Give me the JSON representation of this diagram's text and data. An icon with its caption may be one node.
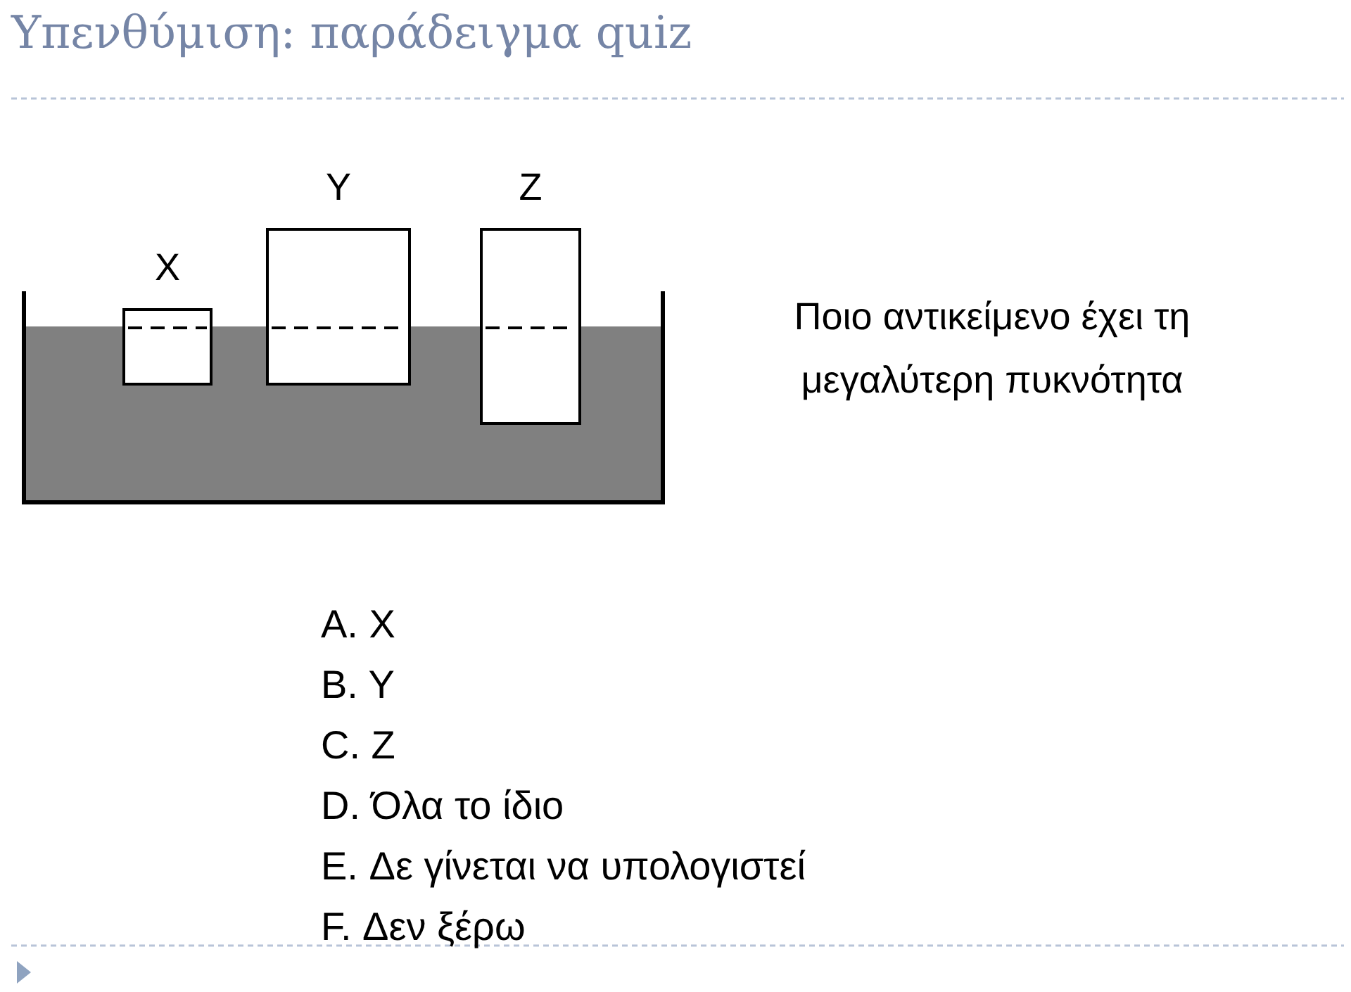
{
  "diagram": {
    "title": "Υπενθύμιση: παράδειγμα quiz",
    "nodes": [
      {
        "text": [
          "X"
        ]
      },
      {
        "text": [
          "Y"
        ]
      },
      {
        "text": [
          "Z"
        ]
      }
    ],
    "labels": [
      "Ποιο αντικείμενο έχει τη μεγαλύτερη πυκνότητα",
      "A. X",
      "B. Y",
      "C. Z",
      "D. Όλα το ίδιο",
      "E. Δε γίνεται να υπολογιστεί",
      "F. Δεν ξέρω"
    ]
  }
}
